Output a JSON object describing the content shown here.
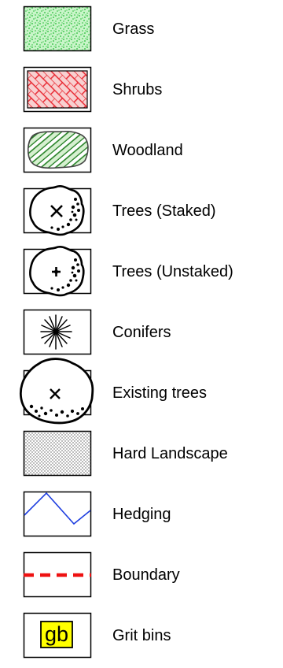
{
  "legend": {
    "items": [
      {
        "id": "grass",
        "label": "Grass",
        "icon": "grass-swatch-icon",
        "color": "#2ecc40"
      },
      {
        "id": "shrubs",
        "label": "Shrubs",
        "icon": "shrubs-swatch-icon",
        "color": "#e8202a"
      },
      {
        "id": "woodland",
        "label": "Woodland",
        "icon": "woodland-swatch-icon",
        "color": "#1a7a1a"
      },
      {
        "id": "trees-staked",
        "label": "Trees (Staked)",
        "icon": "tree-staked-icon",
        "color": "#000000"
      },
      {
        "id": "trees-unstaked",
        "label": "Trees (Unstaked)",
        "icon": "tree-unstaked-icon",
        "color": "#000000"
      },
      {
        "id": "conifers",
        "label": "Conifers",
        "icon": "conifer-icon",
        "color": "#000000"
      },
      {
        "id": "existing-trees",
        "label": "Existing trees",
        "icon": "existing-tree-icon",
        "color": "#000000"
      },
      {
        "id": "hard-landscape",
        "label": "Hard Landscape",
        "icon": "hard-landscape-swatch-icon",
        "color": "#808080"
      },
      {
        "id": "hedging",
        "label": "Hedging",
        "icon": "hedging-line-icon",
        "color": "#1f3fe0"
      },
      {
        "id": "boundary",
        "label": "Boundary",
        "icon": "boundary-line-icon",
        "color": "#ee1111"
      },
      {
        "id": "grit-bins",
        "label": "Grit bins",
        "icon": "grit-bin-icon",
        "color": "#ffff00",
        "badge_text": "gb"
      }
    ]
  }
}
